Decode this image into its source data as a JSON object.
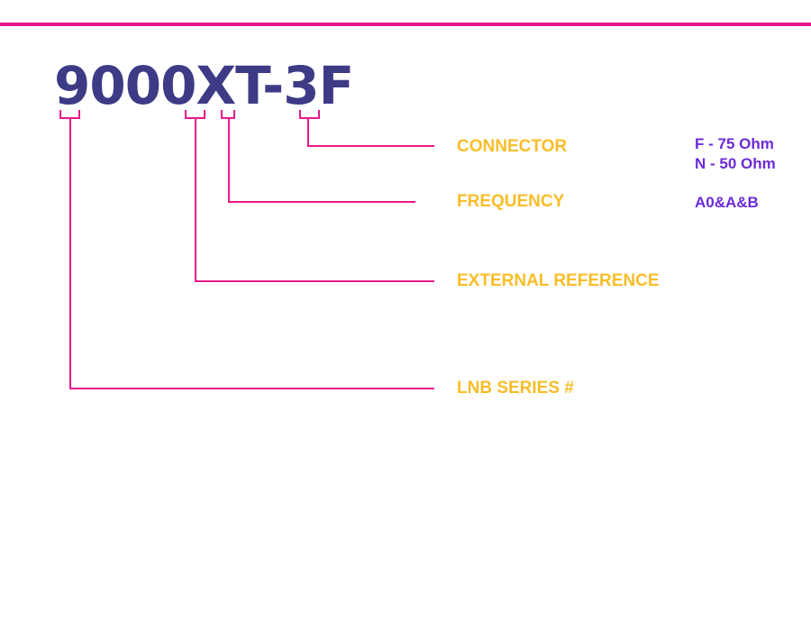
{
  "part_number": "9000XT-3F",
  "segments": {
    "connector": {
      "label": "CONNECTOR",
      "values": [
        "F - 75 Ohm",
        "N - 50 Ohm"
      ]
    },
    "frequency": {
      "label": "FREQUENCY",
      "values": [
        "A0&A&B"
      ]
    },
    "external_reference": {
      "label": "EXTERNAL REFERENCE"
    },
    "lnb_series": {
      "label": "LNB SERIES #"
    }
  },
  "colors": {
    "part_number": "#3d3b86",
    "leader_lines": "#e8198b",
    "labels": "#f9bd29",
    "values": "#6c2ad9"
  }
}
